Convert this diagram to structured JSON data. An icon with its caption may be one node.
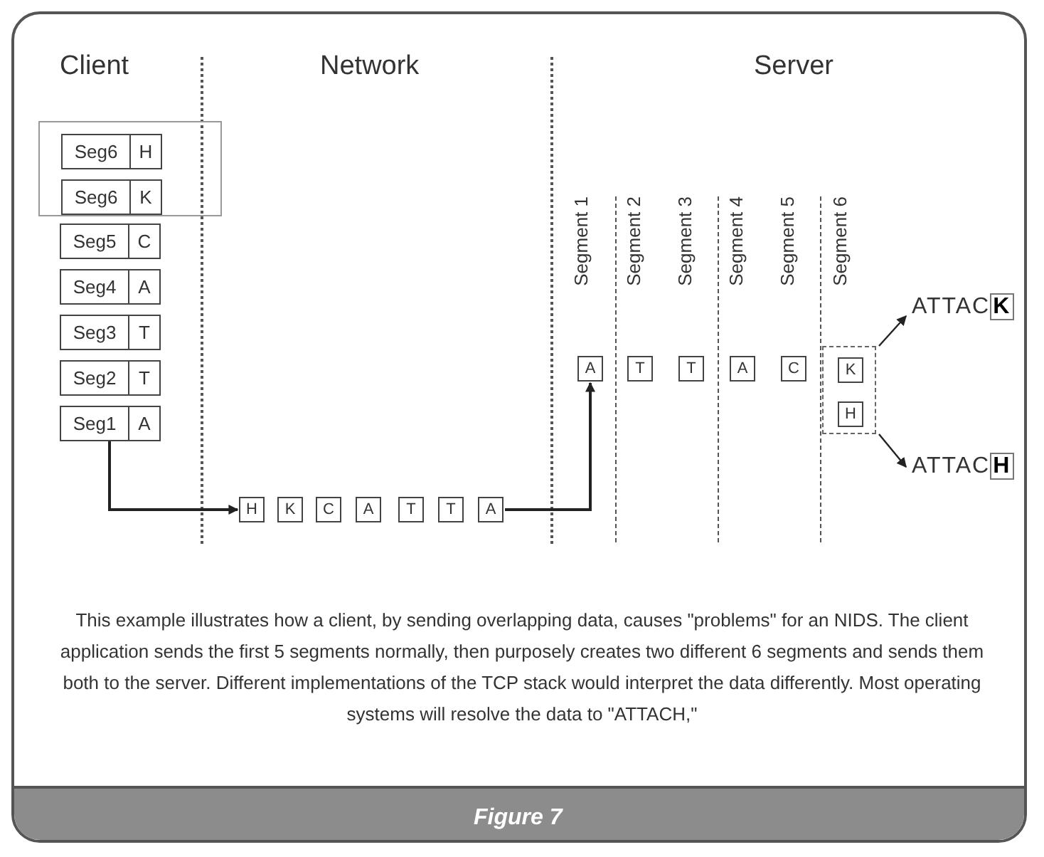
{
  "diagram": {
    "caption": "Figure 7",
    "nodes": [
      {
        "text": [],
        "shape": "box"
      },
      {
        "text": [
          "Seg6",
          "H"
        ],
        "in": 0
      },
      {
        "text": [
          "Seg6",
          "K"
        ],
        "in": 0
      },
      {
        "text": [
          "Seg5",
          "C"
        ]
      },
      {
        "text": [
          "Seg4",
          "A"
        ]
      },
      {
        "text": [
          "Seg3",
          "T"
        ]
      },
      {
        "text": [
          "Seg2",
          "T"
        ]
      },
      {
        "text": [
          "Seg1",
          "A"
        ]
      },
      {
        "text": [
          "H"
        ]
      },
      {
        "text": [
          "K"
        ]
      },
      {
        "text": [
          "C"
        ]
      },
      {
        "text": [
          "A"
        ]
      },
      {
        "text": [
          "T"
        ]
      },
      {
        "text": [
          "T"
        ]
      },
      {
        "text": [
          "A"
        ]
      },
      {
        "text": [
          "A"
        ]
      },
      {
        "text": [
          "T"
        ]
      },
      {
        "text": [
          "T"
        ]
      },
      {
        "text": [
          "A"
        ]
      },
      {
        "text": [
          "C"
        ]
      },
      {
        "text": [],
        "shape": "box"
      },
      {
        "text": [
          "K"
        ],
        "in": 20
      },
      {
        "text": [
          "H"
        ],
        "in": 20
      },
      {
        "text": [
          "ATTAC**K**"
        ]
      },
      {
        "text": [
          "ATTAC**H**"
        ]
      }
    ],
    "edges": [
      {
        "from": 7,
        "to": 8,
        "arrow": "to"
      },
      {
        "from": 14,
        "to": 15,
        "arrow": "to"
      },
      {
        "from": 20,
        "to": 23,
        "arrow": "to"
      },
      {
        "from": 20,
        "to": 24,
        "arrow": "to"
      }
    ],
    "labels": [
      "Client",
      "Network",
      "Server",
      "Segment 1",
      "Segment 2",
      "Segment 3",
      "Segment 4",
      "Segment 5",
      "Segment 6",
      "This example illustrates how a client, by sending overlapping data, causes \"problems\" for an NIDS. The client application sends the first 5 segments normally, then purposely creates two different 6 segments and sends them both to the server. Different implementations of the TCP stack would interpret the data differently. Most operating systems will resolve the data to \"ATTACH,\""
    ]
  }
}
